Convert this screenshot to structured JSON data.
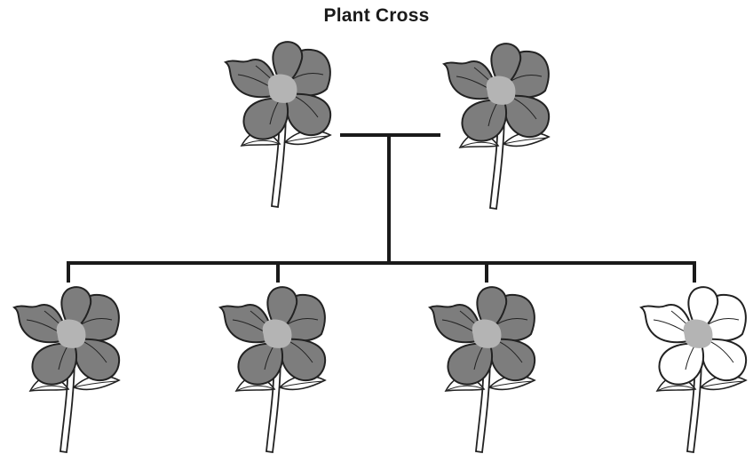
{
  "title": "Plant Cross",
  "colors": {
    "purple_flower_fill": "#7d7d7d",
    "white_flower_fill": "#ffffff",
    "line": "#1a1a1a"
  },
  "parents": [
    {
      "id": "parent-1",
      "phenotype": "dark"
    },
    {
      "id": "parent-2",
      "phenotype": "dark"
    }
  ],
  "offspring": [
    {
      "id": "offspring-1",
      "phenotype": "dark"
    },
    {
      "id": "offspring-2",
      "phenotype": "dark"
    },
    {
      "id": "offspring-3",
      "phenotype": "dark"
    },
    {
      "id": "offspring-4",
      "phenotype": "white"
    }
  ]
}
